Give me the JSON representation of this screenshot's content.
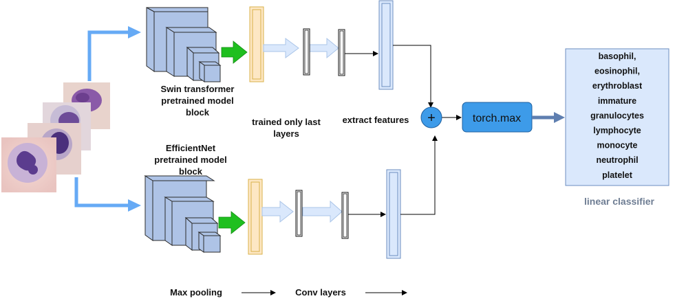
{
  "labels": {
    "swin": [
      "Swin transformer",
      "pretrained model",
      "block"
    ],
    "efficientnet": [
      "EfficientNet",
      "pretrained model",
      "block"
    ],
    "trained_layers": [
      "trained only last",
      "layers"
    ],
    "extract": "extract features",
    "torch_max": "torch.max",
    "plus": "+",
    "linear_classifier": "linear classifier"
  },
  "classes": [
    "basophil,",
    "eosinophil,",
    "erythroblast",
    "immature",
    "granulocytes",
    "lymphocyte",
    "monocyte",
    "neutrophil",
    "platelet"
  ],
  "legend": {
    "max_pooling": "Max pooling",
    "conv_layers": "Conv layers"
  },
  "colors": {
    "cube_fill": "#aec3e6",
    "cube_stroke": "#2b2b2b",
    "green_arrow": "#1fbf1f",
    "pool_fill": "#fde7c4",
    "pool_stroke": "#d9b24a",
    "feature_fill": "#dae8fc",
    "feature_stroke": "#6c8ebf",
    "blue_arrow": "#66aaf5",
    "torch_fill": "#3d9be9",
    "classifier_fill": "#dae8fc"
  }
}
